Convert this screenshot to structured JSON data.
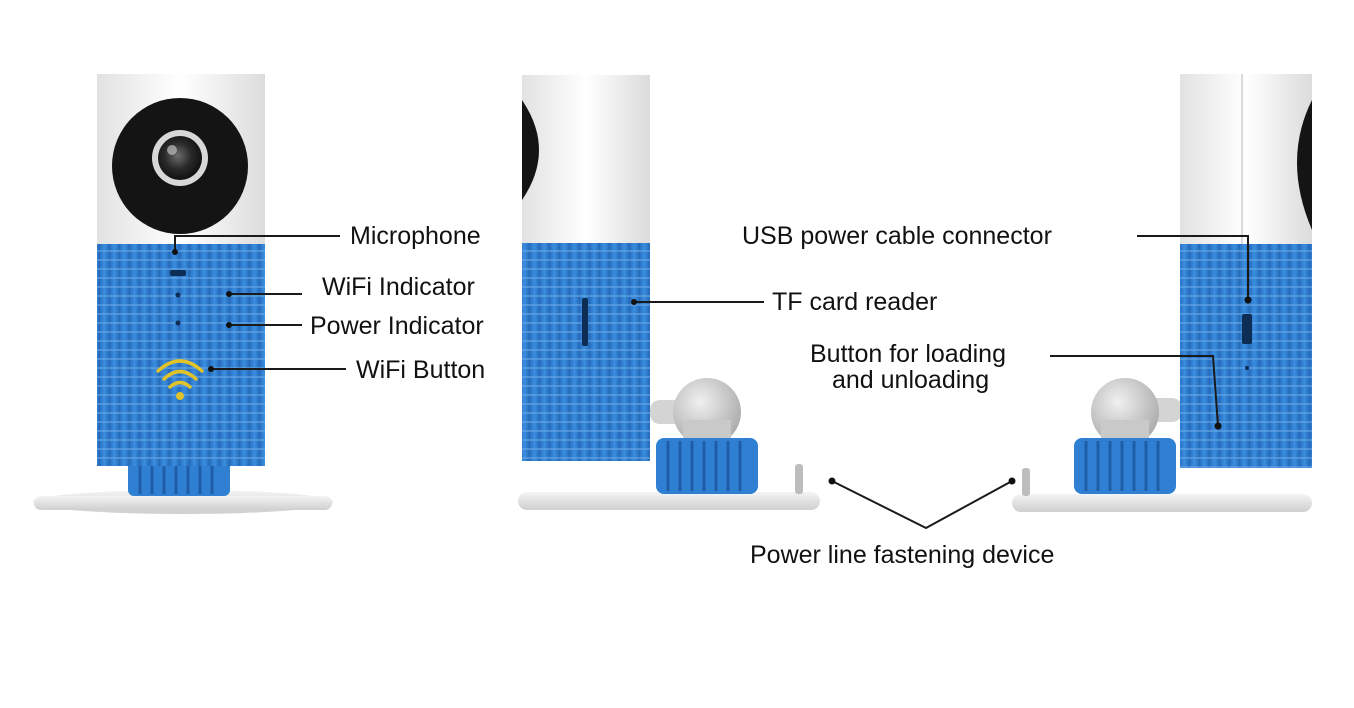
{
  "labels": {
    "microphone": "Microphone",
    "wifi_indicator": "WiFi Indicator",
    "power_indicator": "Power Indicator",
    "wifi_button": "WiFi Button",
    "tf_card_reader": "TF card reader",
    "usb_power": "USB power cable connector",
    "button_loading_line1": "Button for loading",
    "button_loading_line2": "and unloading",
    "power_line": "Power line fastening device"
  },
  "colors": {
    "body_blue": "#2f80d2",
    "body_blue_dark": "#1f5ea6",
    "ridge": "#6aa9e6",
    "top_white": "#f2f2f2",
    "lens_black": "#141414",
    "base_grey": "#e6e6e6",
    "mount_grey": "#cfcfcf",
    "wifi_icon": "#e0c22a"
  }
}
